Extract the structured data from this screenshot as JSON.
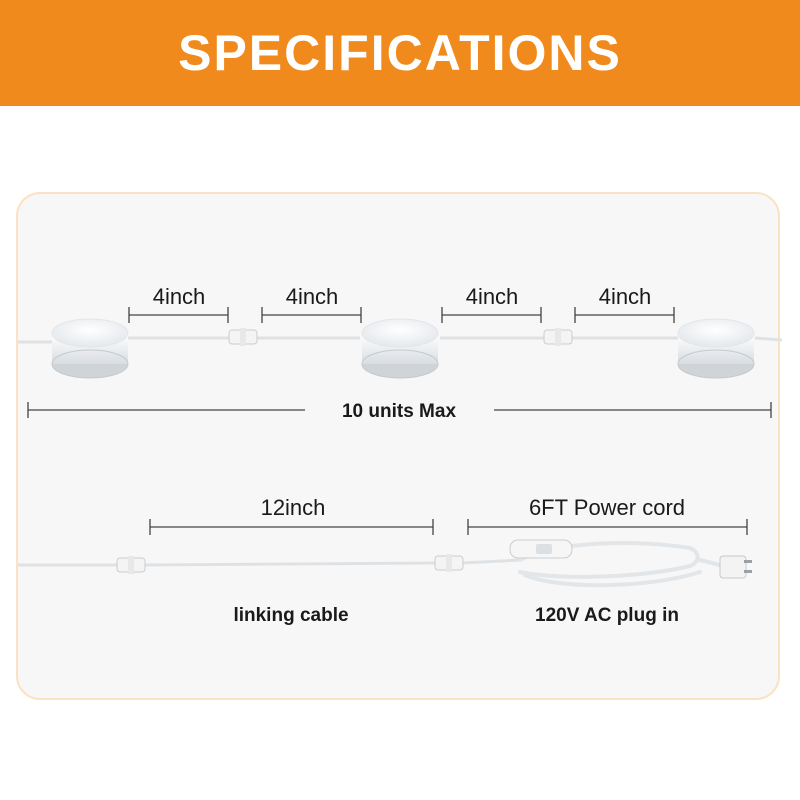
{
  "header": {
    "title": "SPECIFICATIONS"
  },
  "colors": {
    "banner": "#f08a1c",
    "panel_border": "#fbe2c4",
    "text": "#1a1a1a"
  },
  "row1": {
    "spacing_labels": [
      "4inch",
      "4inch",
      "4inch",
      "4inch"
    ],
    "max_label": "10 units Max"
  },
  "row2": {
    "cable_length": "12inch",
    "cord_length": "6FT Power cord",
    "cable_caption": "linking cable",
    "cord_caption": "120V AC plug in"
  }
}
